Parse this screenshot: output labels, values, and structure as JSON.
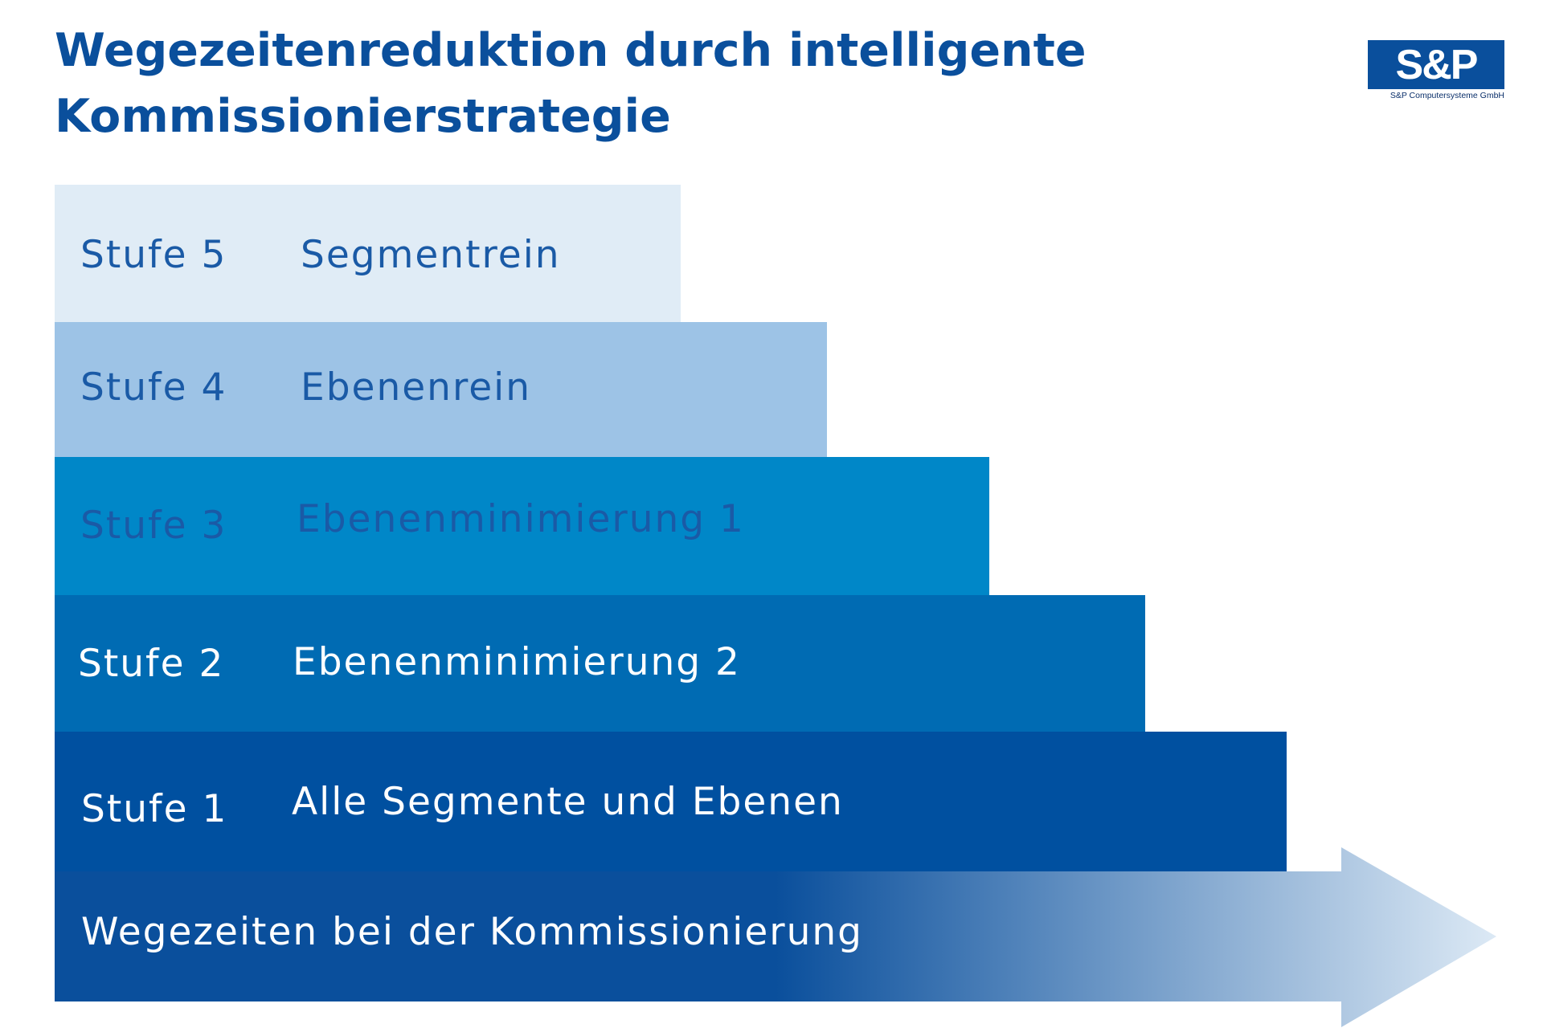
{
  "title": {
    "line1": "Wegezeitenreduktion durch intelligente",
    "line2": "Kommissionierstrategie"
  },
  "logo": {
    "mark": "S&P",
    "company": "S&P Computersysteme GmbH",
    "color": "#0a4f9c"
  },
  "steps": [
    {
      "level": "Stufe 5",
      "name": "Segmentrein",
      "fill": "#e0ecf6",
      "text_color": "#1a5aa6"
    },
    {
      "level": "Stufe 4",
      "name": "Ebenenrein",
      "fill": "#9dc3e6",
      "text_color": "#1a5aa6"
    },
    {
      "level": "Stufe 3",
      "name": "Ebenenminimierung 1",
      "fill": "#0087c8",
      "text_color": "#1a5aa6"
    },
    {
      "level": "Stufe 2",
      "name": "Ebenenminimierung 2",
      "fill": "#006bb3",
      "text_color": "#ffffff"
    },
    {
      "level": "Stufe 1",
      "name": "Alle Segmente und Ebenen",
      "fill": "#0050a0",
      "text_color": "#ffffff"
    }
  ],
  "arrow": {
    "label": "Wegezeiten bei der Kommissionierung",
    "color_start": "#0a4f9c",
    "color_end": "#dce9f5"
  }
}
